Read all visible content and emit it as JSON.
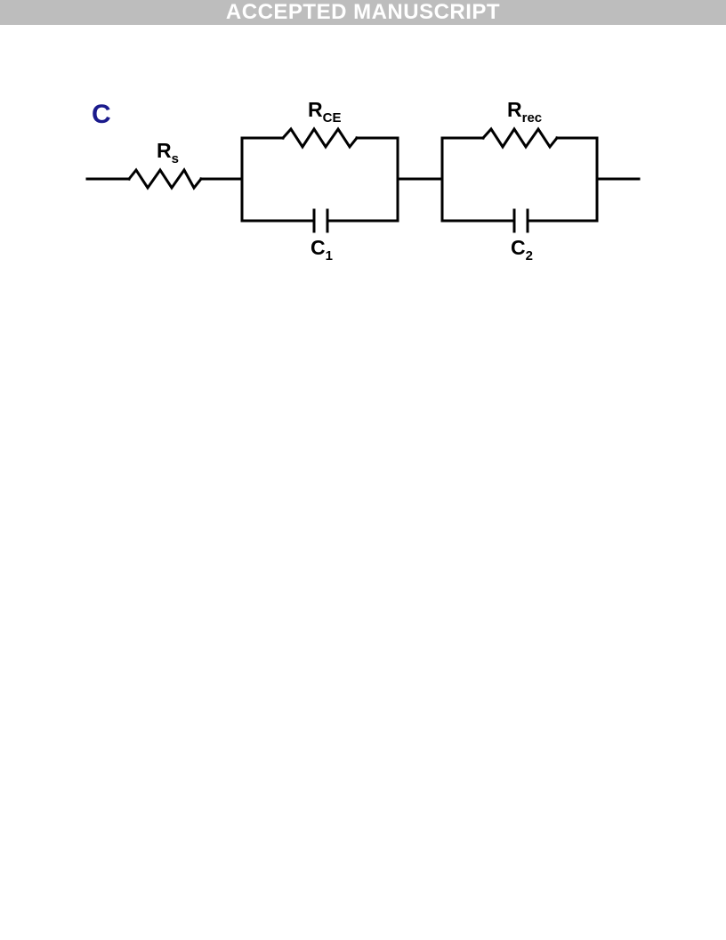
{
  "banner": {
    "text": "ACCEPTED MANUSCRIPT",
    "color": "#bdbdbd"
  },
  "panel_letter": {
    "text": "C",
    "color": "#1a1a8c"
  },
  "components": {
    "rs": {
      "main": "R",
      "sub": "s"
    },
    "rce": {
      "main": "R",
      "sub": "CE"
    },
    "rrec": {
      "main": "R",
      "sub": "rec"
    },
    "c1": {
      "main": "C",
      "sub": "1"
    },
    "c2": {
      "main": "C",
      "sub": "2"
    }
  }
}
